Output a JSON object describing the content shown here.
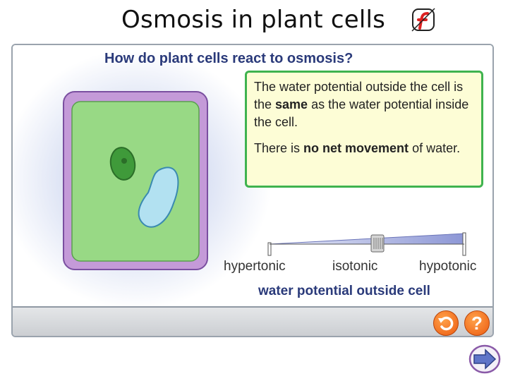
{
  "slide": {
    "title": "Osmosis in plant cells"
  },
  "panel": {
    "question": "How do plant cells react to osmosis?",
    "info": {
      "p1_before": "The water potential outside the cell is the ",
      "p1_bold": "same",
      "p1_after": " as the water potential inside the cell.",
      "p2_before": "There is ",
      "p2_bold": "no net movement",
      "p2_after": " of water."
    },
    "scale": {
      "labels": [
        "hypertonic",
        "isotonic",
        "hypotonic"
      ],
      "axis_title": "water potential outside cell",
      "slider_value": "isotonic"
    },
    "buttons": {
      "help_label": "?"
    }
  },
  "icons": {
    "flash": "flash-icon",
    "reset": "reset-icon",
    "help": "help-icon",
    "next": "next-arrow-icon"
  },
  "colors": {
    "box_border": "#3fb34f",
    "box_fill": "#fdfdd6",
    "cell_wall": "#c49ad8",
    "cytoplasm": "#98d985",
    "chloroplast": "#3f9a3a",
    "vacuole": "#b2e1f1",
    "button_orange": "#ec5a10",
    "heading_blue": "#2a3a7a"
  }
}
